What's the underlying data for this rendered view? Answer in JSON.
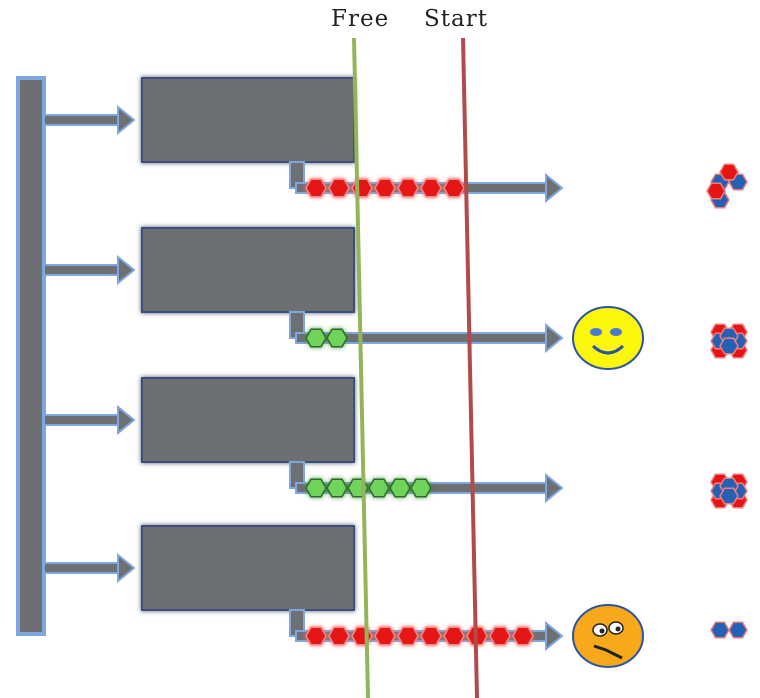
{
  "labels": {
    "free": "Free",
    "start": "Start"
  },
  "colors": {
    "free_line": "#93b55a",
    "start_line": "#b34a4a",
    "box_fill": "#6d6f73",
    "box_stroke": "#3a4f7a",
    "glow": "#7ea6df",
    "red_hex": "#e51515",
    "green_hex": "#6fd35a",
    "blue_hex": "#2461b5",
    "happy_face": "#fbf60b",
    "sad_face": "#f7a81b"
  },
  "rows": [
    {
      "queue_color": "red",
      "queue_count": 7,
      "face": "none",
      "cluster": "mixed-partial"
    },
    {
      "queue_color": "green",
      "queue_count": 2,
      "face": "happy",
      "cluster": "mixed-full"
    },
    {
      "queue_color": "green",
      "queue_count": 6,
      "face": "none",
      "cluster": "mixed-full"
    },
    {
      "queue_color": "red",
      "queue_count": 10,
      "face": "sad",
      "cluster": "blue-pair"
    }
  ]
}
